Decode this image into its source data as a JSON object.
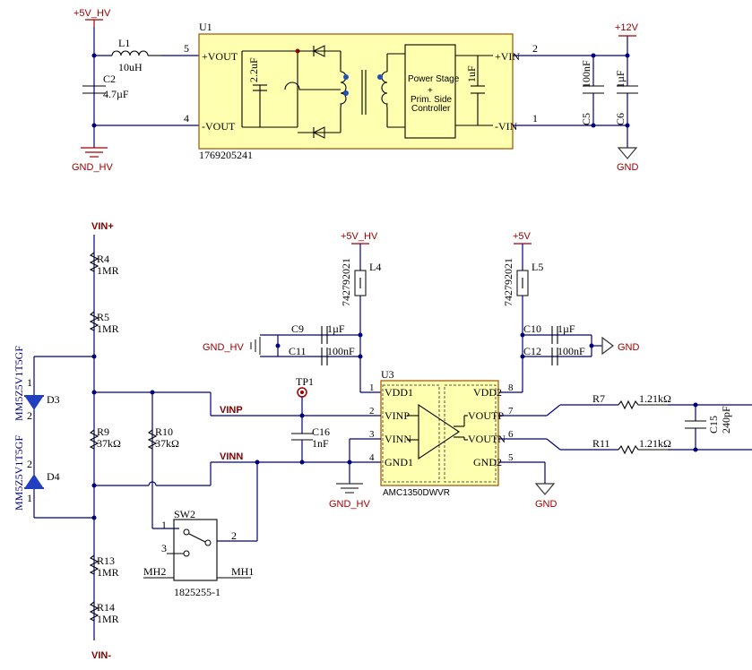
{
  "power_ports": {
    "p5v_hv_top": "+5V_HV",
    "p12v": "+12V",
    "gnd_hv_top": "GND_HV",
    "gnd_top": "GND",
    "p5v_hv_mid": "+5V_HV",
    "p5v_mid": "+5V",
    "gnd_hv_mid": "GND_HV",
    "gnd_mid": "GND",
    "gnd_hv_bottom": "GND_HV",
    "gnd_bottom": "GND"
  },
  "u1": {
    "designator": "U1",
    "part": "1769205241",
    "pins": {
      "p5": "5",
      "p4": "4",
      "p2": "2",
      "p1": "1"
    },
    "labels": {
      "vout_p": "+VOUT",
      "vout_n": "-VOUT",
      "vin_p": "+VIN",
      "vin_n": "-VIN",
      "cap_left": "2.2uF",
      "cap_right": "1uF",
      "block_line1": "Power Stage",
      "block_line2": "+",
      "block_line3": "Prim. Side",
      "block_line4": "Controller"
    }
  },
  "components": {
    "L1": {
      "designator": "L1",
      "value": "10uH"
    },
    "C2": {
      "designator": "C2",
      "value": "4.7µF"
    },
    "C5": {
      "designator": "C5",
      "value": "100nF"
    },
    "C6": {
      "designator": "C6",
      "value": "1µF"
    },
    "R4": {
      "designator": "R4",
      "value": "1MR"
    },
    "R5": {
      "designator": "R5",
      "value": "1MR"
    },
    "R9": {
      "designator": "R9",
      "value": "37kΩ"
    },
    "R10": {
      "designator": "R10",
      "value": "37kΩ"
    },
    "R13": {
      "designator": "R13",
      "value": "1MR"
    },
    "R14": {
      "designator": "R14",
      "value": "1MR"
    },
    "D3": {
      "designator": "D3",
      "part": "MM5Z5V1T5GF"
    },
    "D4": {
      "designator": "D4",
      "part": "MM5Z5V1T5GF"
    },
    "L4": {
      "designator": "L4",
      "part": "742792021"
    },
    "L5": {
      "designator": "L5",
      "part": "742792021"
    },
    "C9": {
      "designator": "C9",
      "value": "1µF"
    },
    "C11": {
      "designator": "C11",
      "value": "100nF"
    },
    "C10": {
      "designator": "C10",
      "value": "1µF"
    },
    "C12": {
      "designator": "C12",
      "value": "100nF"
    },
    "C16": {
      "designator": "C16",
      "value": "1nF"
    },
    "TP1": {
      "designator": "TP1"
    },
    "R7": {
      "designator": "R7",
      "value": "1.21kΩ"
    },
    "R11": {
      "designator": "R11",
      "value": "1.21kΩ"
    },
    "C15": {
      "designator": "C15",
      "value": "240pF"
    }
  },
  "nets": {
    "vin_plus": "VIN+",
    "vin_minus": "VIN-",
    "vinp": "VINP",
    "vinn": "VINN"
  },
  "u3": {
    "designator": "U3",
    "part": "AMC1350DWVR",
    "pins": {
      "vdd1": "VDD1",
      "vinp": "VINP",
      "vinn": "VINN",
      "gnd1": "GND1",
      "vdd2": "VDD2",
      "voutp": "VOUTP",
      "voutn": "VOUTN",
      "gnd2": "GND2"
    },
    "pin_numbers": {
      "n1": "1",
      "n2": "2",
      "n3": "3",
      "n4": "4",
      "n5": "5",
      "n6": "6",
      "n7": "7",
      "n8": "8"
    }
  },
  "sw2": {
    "designator": "SW2",
    "part": "1825255-1",
    "pins": {
      "p1": "1",
      "p2": "2",
      "p3": "3",
      "mh1": "MH1",
      "mh2": "MH2"
    }
  }
}
